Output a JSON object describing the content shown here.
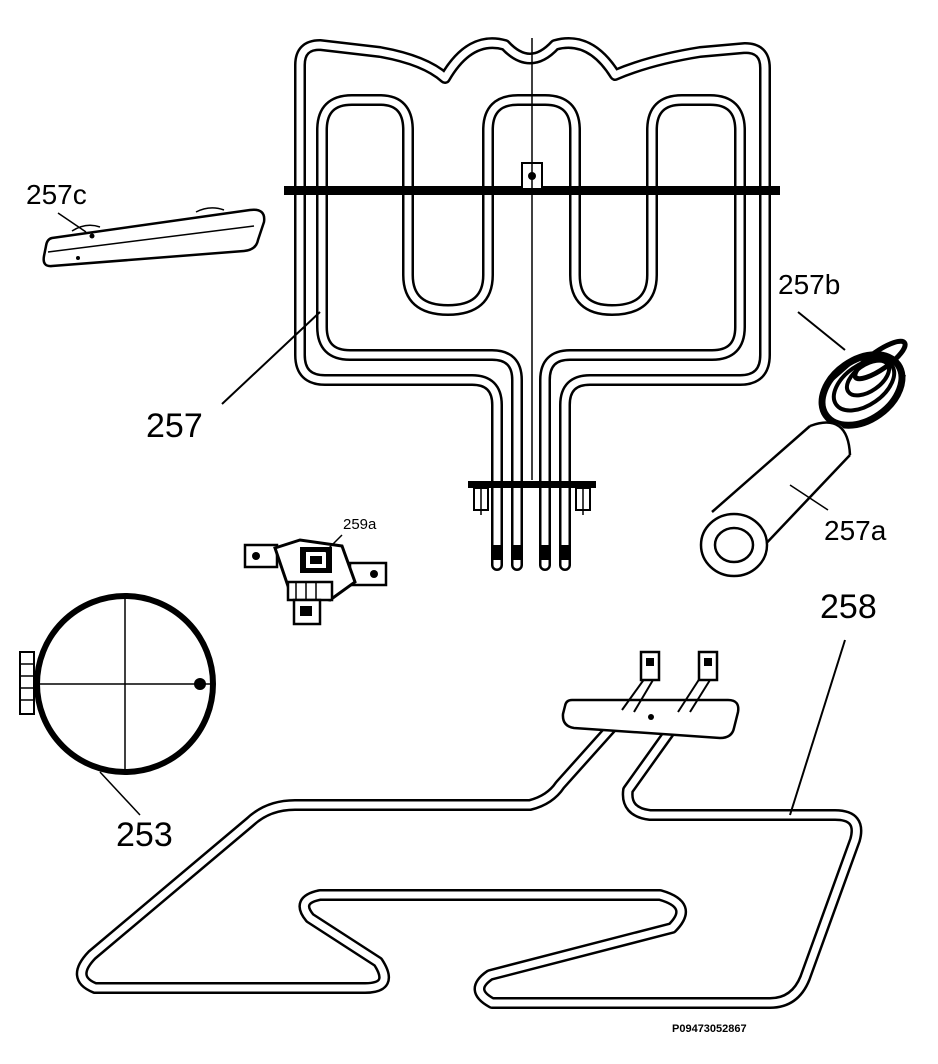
{
  "labels": {
    "p257": "257",
    "p257a": "257a",
    "p257b": "257b",
    "p257c": "257c",
    "p258": "258",
    "p253": "253",
    "p259a": "259a"
  },
  "reference_code": "P09473052867",
  "colors": {
    "line": "#000000",
    "background": "#ffffff"
  }
}
